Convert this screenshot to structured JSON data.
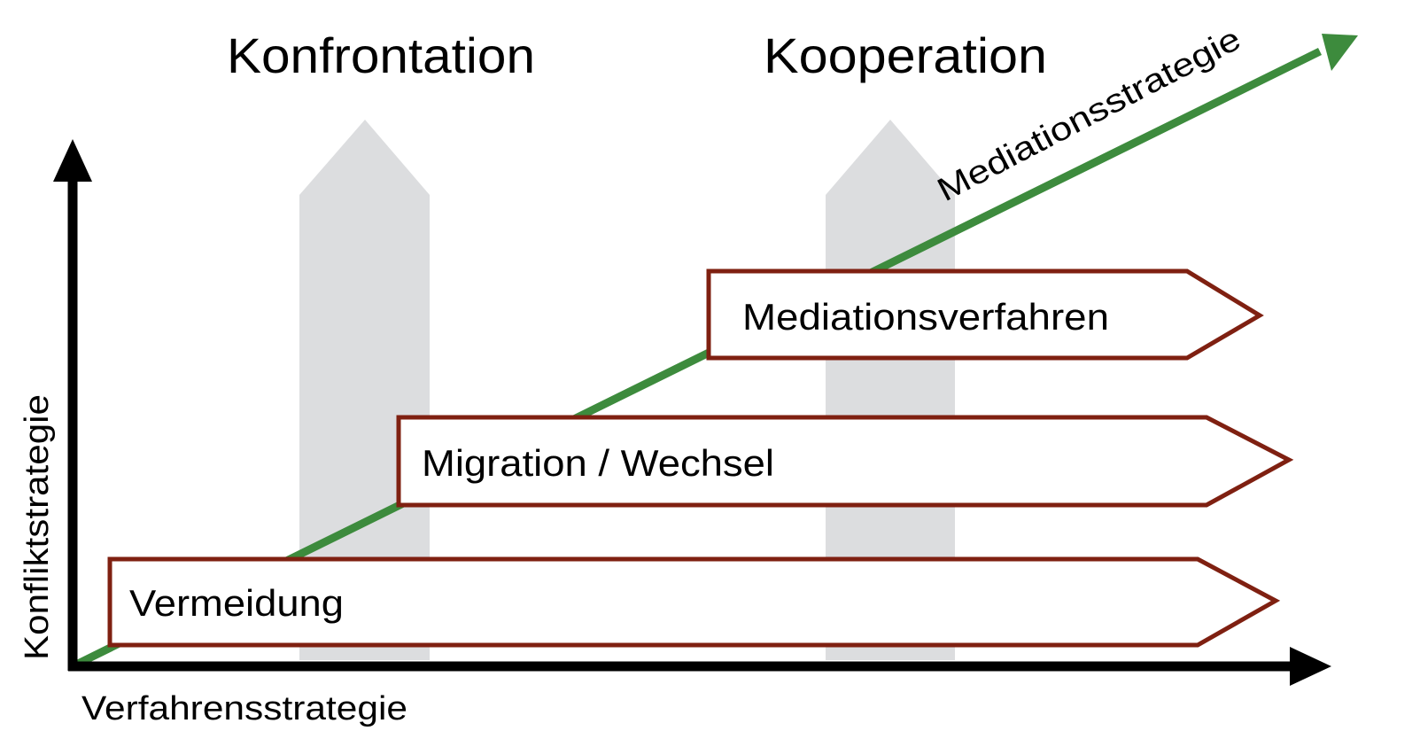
{
  "columns": {
    "left": "Konfrontation",
    "right": "Kooperation"
  },
  "axes": {
    "x_label": "Verfahrensstrategie",
    "y_label": "Konfliktstrategie"
  },
  "trend": {
    "label": "Mediationsstrategie"
  },
  "stages": [
    {
      "label": "Vermeidung"
    },
    {
      "label": "Migration / Wechsel"
    },
    {
      "label": "Mediationsverfahren"
    }
  ],
  "colors": {
    "trend_arrow": "#3d8b3d",
    "stage_border": "#7f2011",
    "column_band": "#dcdddf",
    "axis": "#000000"
  }
}
